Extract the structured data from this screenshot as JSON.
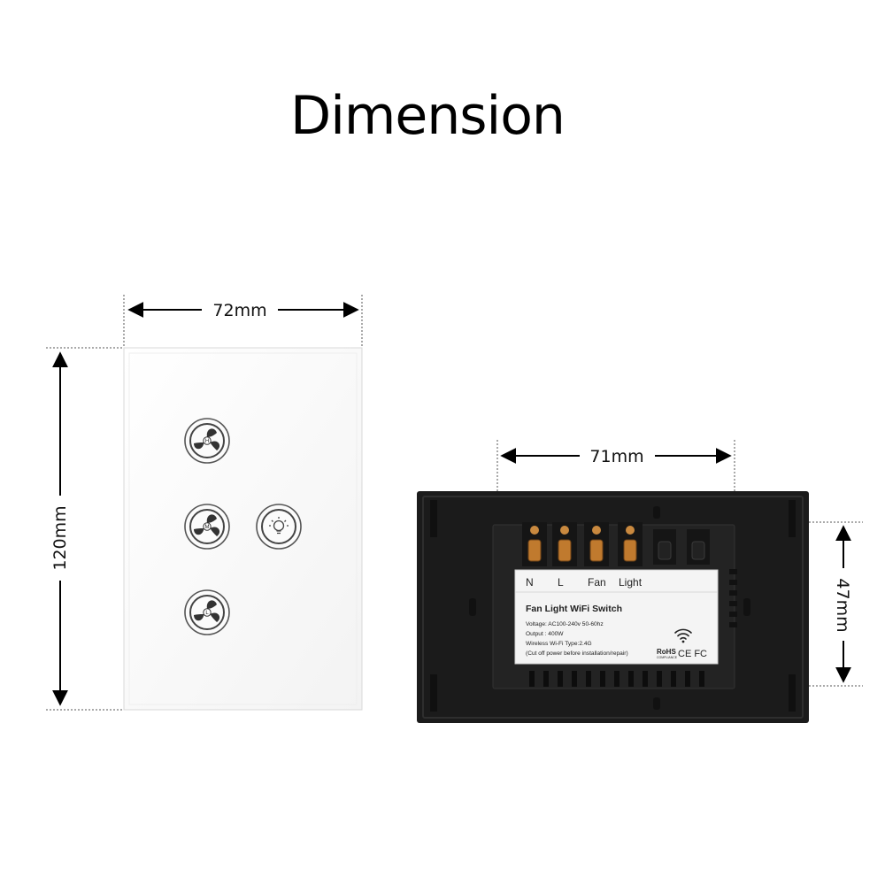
{
  "title": "Dimension",
  "dimensions": {
    "front_width": "72mm",
    "front_height": "120mm",
    "back_width": "71mm",
    "back_depth": "47mm"
  },
  "front_panel": {
    "buttons": [
      {
        "icon": "fan-high-icon",
        "letter": "H"
      },
      {
        "icon": "fan-medium-icon",
        "letter": "M"
      },
      {
        "icon": "fan-low-icon",
        "letter": "L"
      },
      {
        "icon": "light-bulb-icon",
        "letter": ""
      }
    ]
  },
  "back_label": {
    "terminals": [
      "N",
      "L",
      "Fan",
      "Light"
    ],
    "product_name": "Fan Light WiFi Switch",
    "voltage": "Voltage: AC100-240v  50-60hz",
    "output": "Output : 400W",
    "wifi_type": "Wireless Wi-Fi Type:2.4G",
    "warning": "(Cut off power before installation/repair)",
    "rohs": "RoHS",
    "rohs_sub": "COMPLIANCE",
    "certifications": "CE FC"
  },
  "colors": {
    "panel_front": "#ffffff",
    "panel_back": "#1b1b1b",
    "copper": "#c07a2e",
    "label_bg": "#f4f4f4"
  }
}
